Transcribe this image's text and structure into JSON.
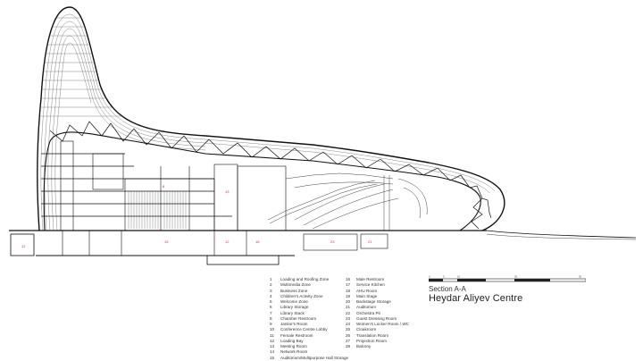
{
  "title": "Heydar Aliyev Centre",
  "section_label": "Section A-A",
  "scale": {
    "ticks": [
      "0",
      "5",
      "10",
      "20",
      "30"
    ]
  },
  "legend": [
    {
      "n": "1",
      "label": "Loading and Roofing Zone"
    },
    {
      "n": "2",
      "label": "Multimedia Zone"
    },
    {
      "n": "3",
      "label": "Business Zone"
    },
    {
      "n": "4",
      "label": "Children's Activity Zone"
    },
    {
      "n": "5",
      "label": "Welcome Zone"
    },
    {
      "n": "6",
      "label": "Library Storage"
    },
    {
      "n": "7",
      "label": "Library Stack"
    },
    {
      "n": "8",
      "label": "Chamber Restroom"
    },
    {
      "n": "9",
      "label": "Janitor's Room"
    },
    {
      "n": "10",
      "label": "Conference Centre Lobby"
    },
    {
      "n": "11",
      "label": "Female Restroom"
    },
    {
      "n": "12",
      "label": "Loading Bay"
    },
    {
      "n": "13",
      "label": "Meeting Room"
    },
    {
      "n": "14",
      "label": "Network Room"
    },
    {
      "n": "15",
      "label": "Auditorium/Multipurpose Hall Storage"
    },
    {
      "n": "16",
      "label": "Male Restroom"
    },
    {
      "n": "17",
      "label": "Service Kitchen"
    },
    {
      "n": "18",
      "label": "AHU Room"
    },
    {
      "n": "19",
      "label": "Main Stage"
    },
    {
      "n": "20",
      "label": "Backstage Storage"
    },
    {
      "n": "21",
      "label": "Auditorium"
    },
    {
      "n": "22",
      "label": "Orchestra Pit"
    },
    {
      "n": "23",
      "label": "Guest Dressing Room"
    },
    {
      "n": "24",
      "label": "Women's Locker Room / WC"
    },
    {
      "n": "25",
      "label": "Cloakroom"
    },
    {
      "n": "26",
      "label": "Translation Room"
    },
    {
      "n": "27",
      "label": "Projection Room"
    },
    {
      "n": "28",
      "label": "Balcony"
    }
  ],
  "room_labels": [
    "12",
    "8",
    "13",
    "15",
    "12",
    "16",
    "23",
    "21"
  ]
}
